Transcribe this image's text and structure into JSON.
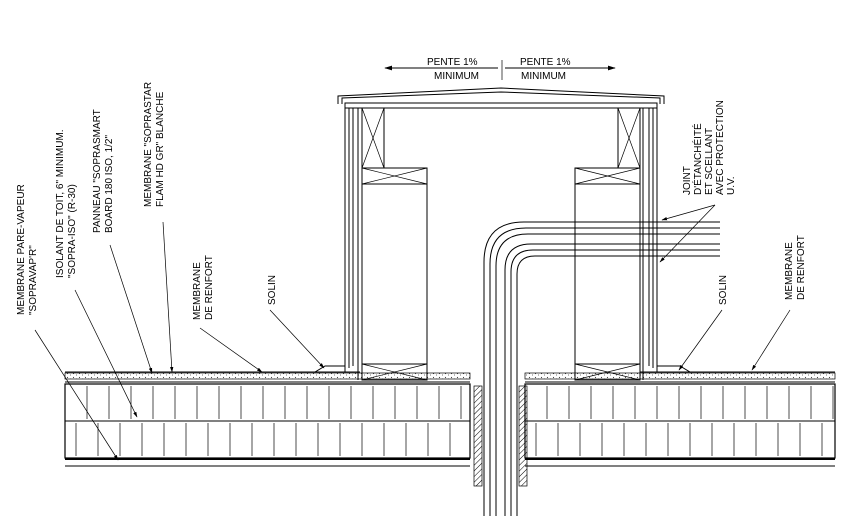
{
  "labels": {
    "pente_left": "PENTE 1%",
    "pente_left_min": "MINIMUM",
    "pente_right": "PENTE 1%",
    "pente_right_min": "MINIMUM",
    "pare_vapeur_1": "MEMBRANE PARE-VAPEUR",
    "pare_vapeur_2": "\"SOPRAVAP'R\"",
    "isolant_1": "ISOLANT DE TOIT, 6\" MINIMUM.",
    "isolant_2": "\"SOPRA-ISO\" (R-30)",
    "panneau_1": "PANNEAU \"SOPRASMART",
    "panneau_2": "BOARD 180 ISO, 1/2\"",
    "membrane_soprastar_1": "MEMBRANE \"SOPRASTAR",
    "membrane_soprastar_2": "FLAM HD GR\" BLANCHE",
    "renfort_left_1": "MEMBRANE",
    "renfort_left_2": "DE RENFORT",
    "solin_left": "SOLIN",
    "joint_1": "JOINT",
    "joint_2": "D'ÉTANCHÉITÉ",
    "joint_3": "ET SCELLANT",
    "joint_4": "AVEC PROTECTION",
    "joint_5": "U.V.",
    "solin_right": "SOLIN",
    "renfort_right_1": "MEMBRANE",
    "renfort_right_2": "DE RENFORT"
  }
}
